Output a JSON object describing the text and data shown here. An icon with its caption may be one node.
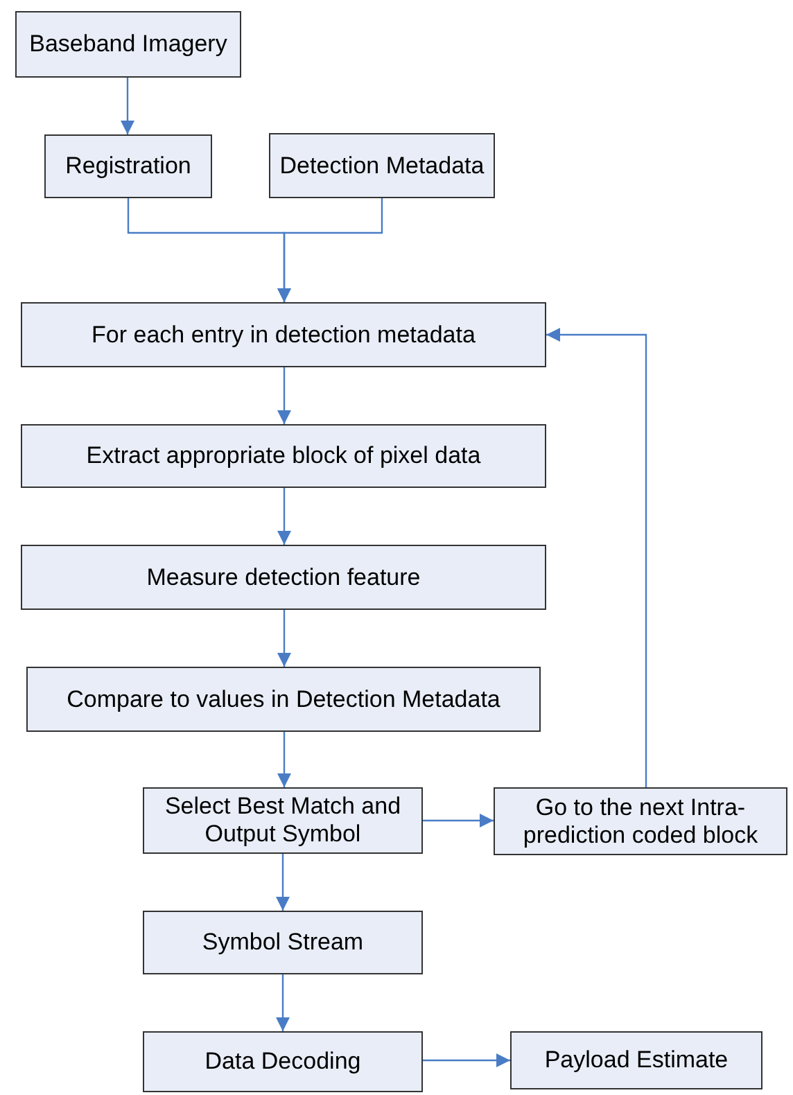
{
  "diagram": {
    "nodes": [
      {
        "text": [
          "Baseband Imagery"
        ]
      },
      {
        "text": [
          "Registration"
        ]
      },
      {
        "text": [
          "Detection Metadata"
        ]
      },
      {
        "text": [
          "For each entry in detection metadata"
        ]
      },
      {
        "text": [
          "Extract appropriate block of pixel data"
        ]
      },
      {
        "text": [
          "Measure detection feature"
        ]
      },
      {
        "text": [
          "Compare to values in Detection Metadata"
        ]
      },
      {
        "text": [
          "Select Best Match and Output Symbol"
        ]
      },
      {
        "text": [
          "Go to the next Intra-prediction coded block"
        ]
      },
      {
        "text": [
          "Symbol Stream"
        ]
      },
      {
        "text": [
          "Data Decoding"
        ]
      },
      {
        "text": [
          "Payload Estimate"
        ]
      }
    ],
    "edges": [
      {
        "from": 0,
        "to": 1,
        "arrow": "to"
      },
      {
        "from": 1,
        "to": 3,
        "arrow": "to"
      },
      {
        "from": 2,
        "to": 3,
        "arrow": "to"
      },
      {
        "from": 3,
        "to": 4,
        "arrow": "to"
      },
      {
        "from": 4,
        "to": 5,
        "arrow": "to"
      },
      {
        "from": 5,
        "to": 6,
        "arrow": "to"
      },
      {
        "from": 6,
        "to": 7,
        "arrow": "to"
      },
      {
        "from": 7,
        "to": 8,
        "arrow": "to"
      },
      {
        "from": 8,
        "to": 3,
        "arrow": "to"
      },
      {
        "from": 7,
        "to": 9,
        "arrow": "to"
      },
      {
        "from": 9,
        "to": 10,
        "arrow": "to"
      },
      {
        "from": 10,
        "to": 11,
        "arrow": "to"
      }
    ]
  }
}
